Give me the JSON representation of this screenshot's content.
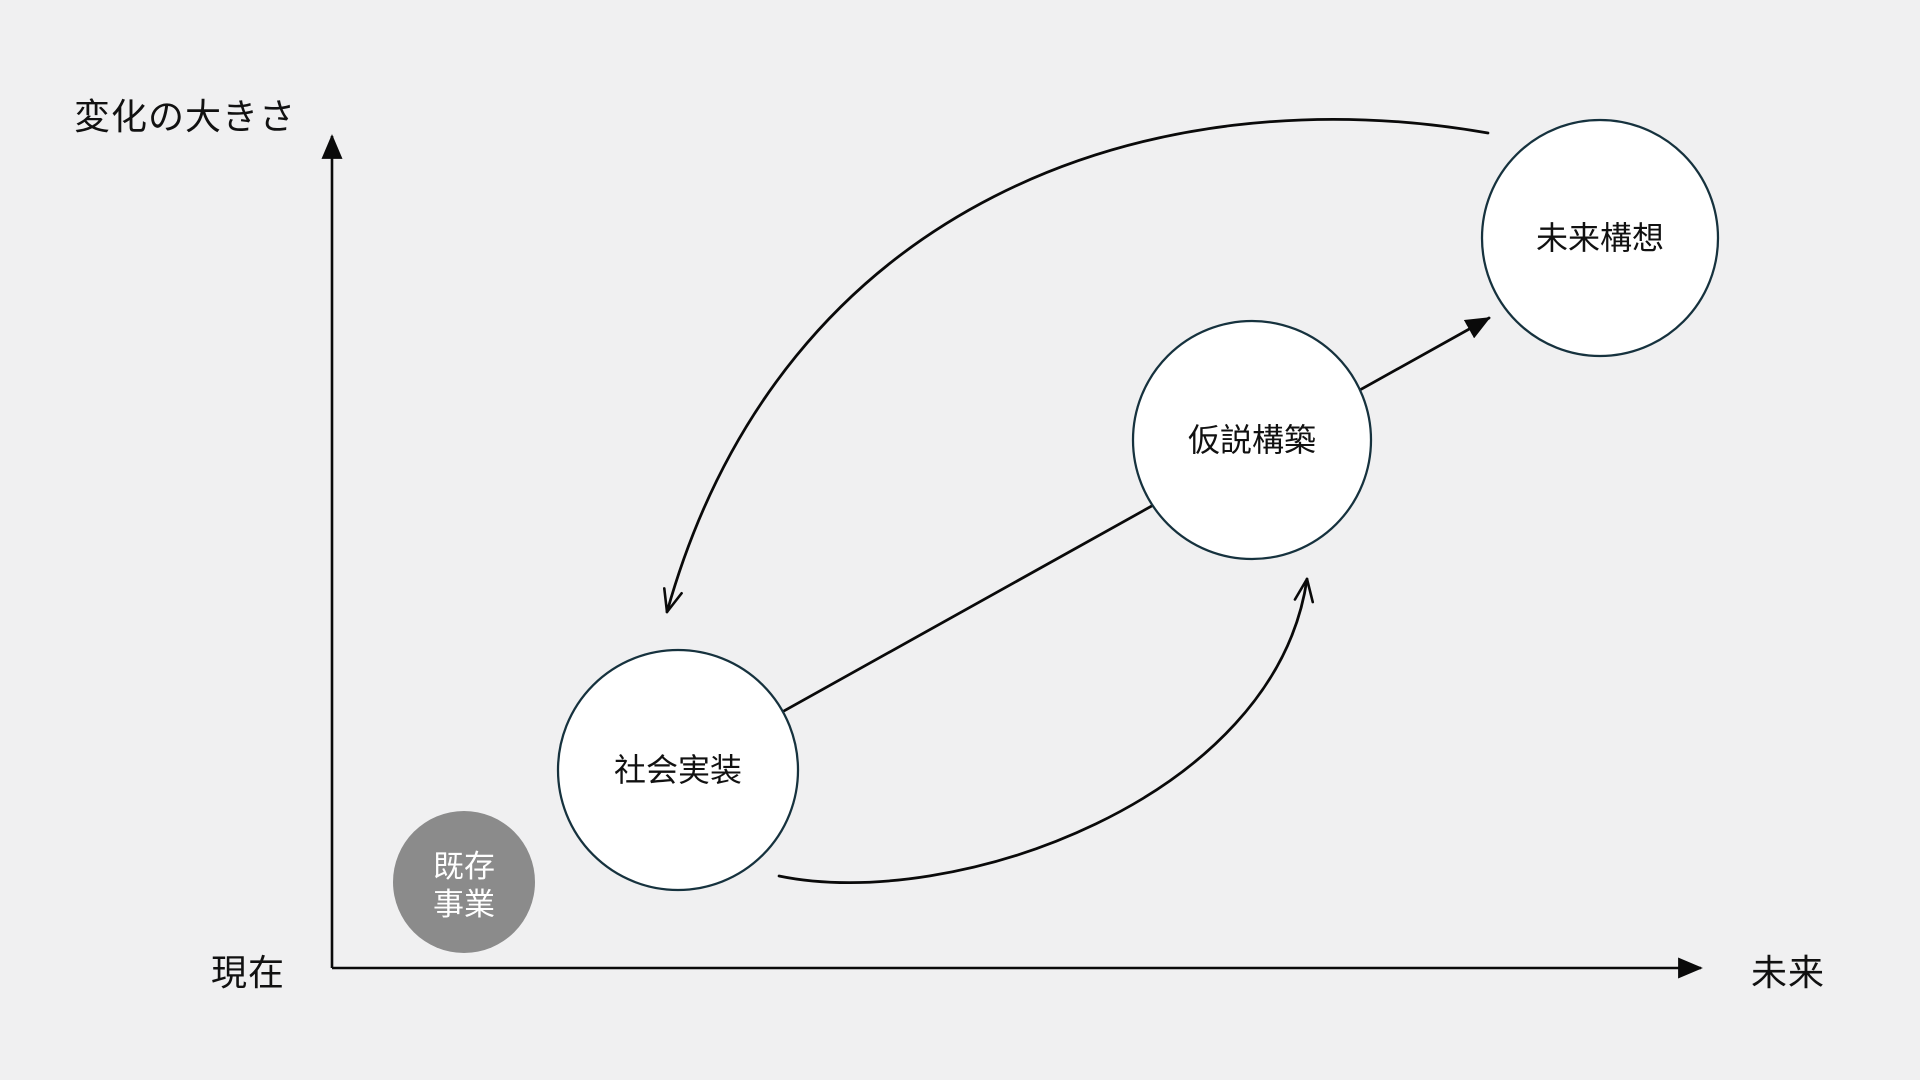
{
  "axes": {
    "y_axis_label": "変化の大きさ",
    "x_axis_origin_label": "現在",
    "x_axis_end_label": "未来"
  },
  "nodes": {
    "existing_business": {
      "label_line1": "既存",
      "label_line2": "事業"
    },
    "social_implementation": {
      "label": "社会実装"
    },
    "hypothesis_building": {
      "label": "仮説構築"
    },
    "future_vision": {
      "label": "未来構想"
    }
  },
  "flows": [
    {
      "from": "社会実装",
      "to": "未来構想",
      "style": "straight",
      "arrowhead": "filled"
    },
    {
      "from": "未来構想",
      "to": "社会実装",
      "style": "curved",
      "arrowhead": "open"
    },
    {
      "from": "社会実装",
      "to": "仮説構築",
      "style": "curved",
      "arrowhead": "open"
    }
  ],
  "colors": {
    "background": "#f0f0f1",
    "node_fill": "#ffffff",
    "node_stroke": "#16323e",
    "existing_business_fill": "#8b8b8b",
    "arrow": "#0a0a0a",
    "text": "#111111"
  }
}
